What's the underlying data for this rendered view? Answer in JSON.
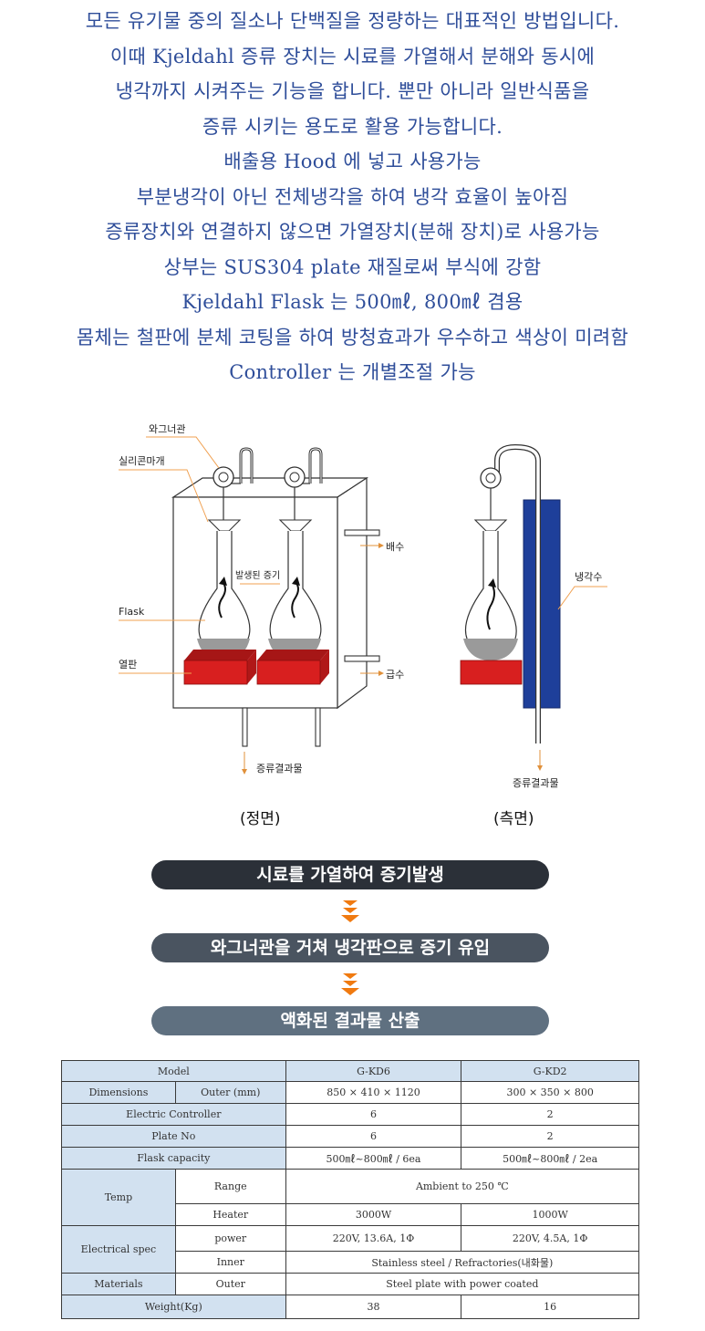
{
  "intro_lines": [
    "모든 유기물 중의 질소나 단백질을 정량하는 대표적인 방법입니다.",
    "이때 Kjeldahl 증류 장치는 시료를  가열해서 분해와 동시에",
    "냉각까지 시켜주는 기능을 합니다. 뿐만 아니라 일반식품을",
    "증류 시키는 용도로 활용 가능합니다.",
    "배출용 Hood 에 넣고 사용가능",
    "부분냉각이 아닌 전체냉각을 하여 냉각 효율이 높아짐",
    "증류장치와 연결하지 않으면 가열장치(분해 장치)로 사용가능",
    "상부는 SUS304 plate 재질로써 부식에 강함",
    "Kjeldahl Flask 는 500㎖, 800㎖ 겸용",
    "몸체는 철판에 분체 코팅을 하여 방청효과가 우수하고 색상이 미려함",
    "Controller 는 개별조절 가능"
  ],
  "diagram": {
    "labels": {
      "wagner_tube": "와그너관",
      "silicone_stopper": "실리콘마개",
      "flask": "Flask",
      "hot_plate": "열판",
      "vapor": "발생된 증기",
      "drain": "배수",
      "water_supply": "급수",
      "distillate_front": "증류결과물",
      "cooling_water": "냉각수",
      "distillate_side": "증류결과물"
    },
    "captions": {
      "front": "(정면)",
      "side": "(측면)"
    },
    "colors": {
      "heater": "#d81f1f",
      "condenser": "#1e3f9a",
      "leader": "#f0a050"
    }
  },
  "flow": {
    "steps": [
      "시료를 가열하여 증기발생",
      "와그너관을 거쳐 냉각판으로 증기 유입",
      "액화된 결과물 산출"
    ],
    "colors": [
      "#2b3038",
      "#4a5460",
      "#5f7080"
    ],
    "arrow_color": "#f07a10"
  },
  "spec": {
    "model_label": "Model",
    "models": [
      "G-KD6",
      "G-KD2"
    ],
    "dimensions_label": "Dimensions",
    "outer_mm_label": "Outer (mm)",
    "dimensions": [
      "850 × 410 × 1120",
      "300 × 350 × 800"
    ],
    "controller_label": "Electric Controller",
    "controller": [
      "6",
      "2"
    ],
    "plate_label": "Plate No",
    "plate": [
      "6",
      "2"
    ],
    "flask_label": "Flask capacity",
    "flask": [
      "500㎖~800㎖ / 6ea",
      "500㎖~800㎖ / 2ea"
    ],
    "temp_label": "Temp",
    "range_label": "Range",
    "range": "Ambient to 250 ℃",
    "elec_label": "Electrical spec",
    "heater_label": "Heater",
    "heater": [
      "3000W",
      "1000W"
    ],
    "power_label": "power",
    "power": [
      "220V, 13.6A, 1Φ",
      "220V, 4.5A, 1Φ"
    ],
    "materials_label": "Materials",
    "inner_label": "Inner",
    "inner": "Stainless steel / Refractories(내화물)",
    "outer_label": "Outer",
    "outer": "Steel plate with power coated",
    "weight_label": "Weight(Kg)",
    "weight": [
      "38",
      "16"
    ]
  }
}
